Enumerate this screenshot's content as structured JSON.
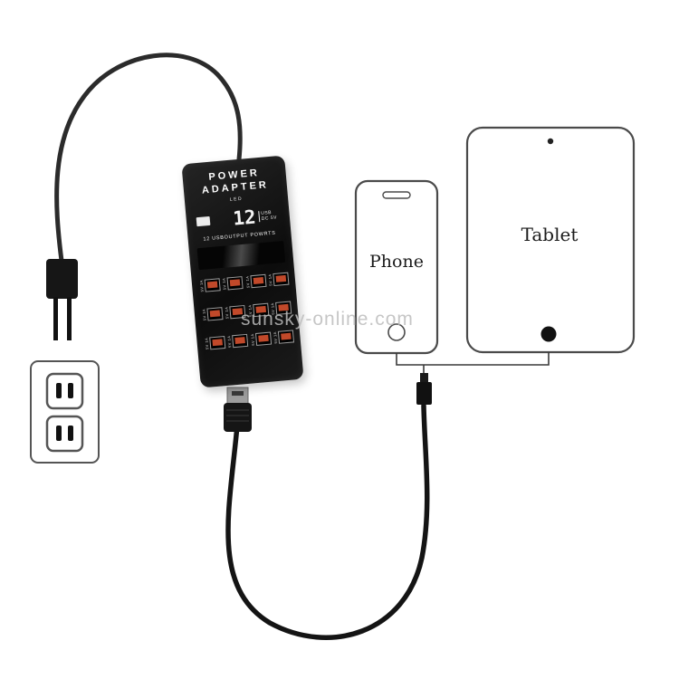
{
  "watermark": {
    "text": "sunsky-online.com"
  },
  "adapter": {
    "title_line1": "POWER",
    "title_line2": "ADAPTER",
    "led_label": "LED",
    "display_digits": "12",
    "display_unit_top": "USB",
    "display_unit_bottom": "DC 5V",
    "subtitle": "12 USBOUTPUT POWRTS",
    "port_label": "5V 1A",
    "colors": {
      "body": "#141414",
      "port_tongue": "#c1492a",
      "text": "#ffffff"
    }
  },
  "phone": {
    "label": "Phone"
  },
  "tablet": {
    "label": "Tablet"
  },
  "scene": {
    "background": "#ffffff",
    "cable_color": "#2b2b2b",
    "outline_color": "#4a4a4a"
  }
}
